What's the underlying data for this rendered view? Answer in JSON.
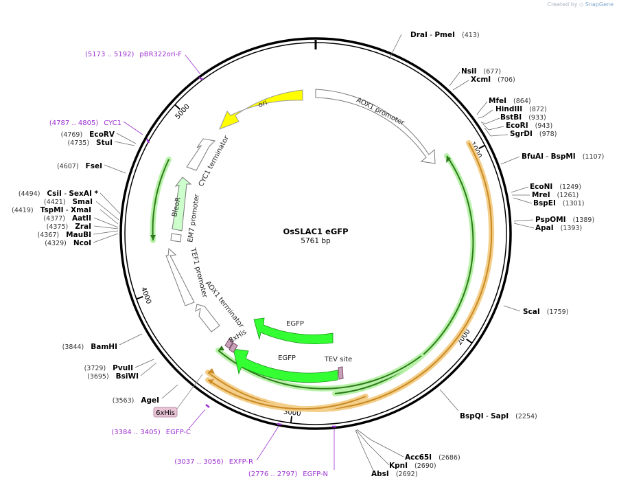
{
  "credit": {
    "text": "Created by",
    "brand": "SnapGene"
  },
  "plasmid": {
    "name": "OsSLAC1 eGFP",
    "size_label": "5761 bp",
    "length": 5761
  },
  "colors": {
    "primer": "#9b30d0",
    "orange_feature": "#f0a030",
    "green_feature": "#33cc33",
    "yellow_feature": "#ffff00",
    "site_tag": "#c98fa0"
  },
  "ruler": [
    {
      "bp": 1000,
      "label": "1000"
    },
    {
      "bp": 2000,
      "label": "2000"
    },
    {
      "bp": 3000,
      "label": "3000"
    },
    {
      "bp": 4000,
      "label": "4000"
    },
    {
      "bp": 5000,
      "label": "5000"
    }
  ],
  "sites": [
    {
      "name": "DraI",
      "name2": "PmeI",
      "pos": "(413)",
      "bp": 413
    },
    {
      "name": "NsiI",
      "pos": "(677)",
      "bp": 677
    },
    {
      "name": "XcmI",
      "pos": "(706)",
      "bp": 706
    },
    {
      "name": "MfeI",
      "pos": "(864)",
      "bp": 864
    },
    {
      "name": "HindIII",
      "pos": "(872)",
      "bp": 872
    },
    {
      "name": "BstBI",
      "pos": "(933)",
      "bp": 933
    },
    {
      "name": "EcoRI",
      "pos": "(943)",
      "bp": 943
    },
    {
      "name": "SgrDI",
      "pos": "(978)",
      "bp": 978
    },
    {
      "name": "BfuAI",
      "name2": "BspMI",
      "pos": "(1107)",
      "bp": 1107
    },
    {
      "name": "EcoNI",
      "pos": "(1249)",
      "bp": 1249
    },
    {
      "name": "MreI",
      "pos": "(1261)",
      "bp": 1261
    },
    {
      "name": "BspEI",
      "pos": "(1301)",
      "bp": 1301
    },
    {
      "name": "PspOMI",
      "pos": "(1389)",
      "bp": 1389
    },
    {
      "name": "ApaI",
      "pos": "(1393)",
      "bp": 1393
    },
    {
      "name": "ScaI",
      "pos": "(1759)",
      "bp": 1759
    },
    {
      "name": "BspQI",
      "name2": "SapI",
      "pos": "(2254)",
      "bp": 2254
    },
    {
      "name": "Acc65I",
      "pos": "(2686)",
      "bp": 2686
    },
    {
      "name": "KpnI",
      "pos": "(2690)",
      "bp": 2690
    },
    {
      "name": "AbsI",
      "pos": "(2692)",
      "bp": 2692
    },
    {
      "name": "AgeI",
      "pos": "(3563)",
      "bp": 3563
    },
    {
      "name": "BsiWI",
      "pos": "(3695)",
      "bp": 3695
    },
    {
      "name": "PvuII",
      "pos": "(3729)",
      "bp": 3729
    },
    {
      "name": "BamHI",
      "pos": "(3844)",
      "bp": 3844
    },
    {
      "name": "NcoI",
      "pos": "(4329)",
      "bp": 4329
    },
    {
      "name": "MauBI",
      "pos": "(4367)",
      "bp": 4367
    },
    {
      "name": "ZraI",
      "pos": "(4375)",
      "bp": 4375
    },
    {
      "name": "AatII",
      "pos": "(4377)",
      "bp": 4377
    },
    {
      "name": "TspMI",
      "name2": "XmaI",
      "pos": "(4419)",
      "bp": 4419
    },
    {
      "name": "SmaI",
      "pos": "(4421)",
      "bp": 4421
    },
    {
      "name": "CsiI",
      "name2": "SexAI *",
      "pos": "(4494)",
      "bp": 4494
    },
    {
      "name": "FseI",
      "pos": "(4607)",
      "bp": 4607
    },
    {
      "name": "StuI",
      "pos": "(4735)",
      "bp": 4735
    },
    {
      "name": "EcoRV",
      "pos": "(4769)",
      "bp": 4769
    }
  ],
  "primers": [
    {
      "name": "pBR322ori-F",
      "range": "(5173 .. 5192)",
      "bp": 5182
    },
    {
      "name": "CYC1",
      "range": "(4787 .. 4805)",
      "bp": 4796
    },
    {
      "name": "EGFP-C",
      "range": "(3384 .. 3405)",
      "bp": 3394
    },
    {
      "name": "EXFP-R",
      "range": "(3037 .. 3056)",
      "bp": 3046
    },
    {
      "name": "EGFP-N",
      "range": "(2776 .. 2797)",
      "bp": 2786
    }
  ],
  "features": [
    {
      "name": "AOX1 promoter",
      "start": 0,
      "end": 940,
      "color": "#ffffff"
    },
    {
      "name": "ori",
      "start": 5580,
      "end": 5120,
      "color": "#ffff00"
    },
    {
      "name": "CYC1 terminator",
      "start": 4935,
      "end": 4700,
      "color": "#ffffff"
    },
    {
      "name": "BleoR",
      "start": 4470,
      "end": 4290,
      "color": "#ccffcc"
    },
    {
      "name": "EM7 promoter",
      "start": 4285,
      "end": 4230,
      "color": "#ffffff"
    },
    {
      "name": "TEF1 promoter",
      "start": 4225,
      "end": 3790,
      "color": "#ffffff"
    },
    {
      "name": "AOX1 terminator",
      "start": 3770,
      "end": 3600,
      "color": "#ffffff"
    },
    {
      "name": "EGFP",
      "start": 2940,
      "end": 3390,
      "color": "#33ff33"
    },
    {
      "name": "EGFP",
      "start": 2790,
      "end": 3500,
      "color": "#33ff33"
    },
    {
      "name": "8xHis",
      "start": 3520,
      "end": 3580,
      "color": "#c8a0b8"
    },
    {
      "name": "TEV site",
      "start": 2760,
      "end": 2790,
      "color": "#c8a0b8"
    }
  ],
  "tag_box": {
    "label": "6xHis"
  }
}
